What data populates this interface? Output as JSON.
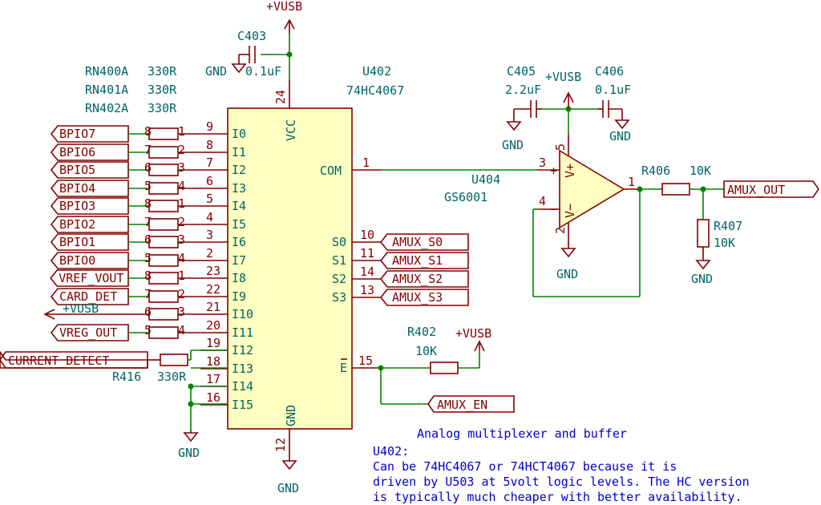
{
  "chip": {
    "ref": "U402",
    "value": "74HC4067",
    "vcc_label": "VCC",
    "gnd_label": "GND",
    "com_label": "COM",
    "com_pin": "1",
    "vcc_pin": "24",
    "gnd_pin": "12",
    "inputs": [
      {
        "label": "I0",
        "pin": "9"
      },
      {
        "label": "I1",
        "pin": "8"
      },
      {
        "label": "I2",
        "pin": "7"
      },
      {
        "label": "I3",
        "pin": "6"
      },
      {
        "label": "I4",
        "pin": "5"
      },
      {
        "label": "I5",
        "pin": "4"
      },
      {
        "label": "I6",
        "pin": "3"
      },
      {
        "label": "I7",
        "pin": "2"
      },
      {
        "label": "I8",
        "pin": "23"
      },
      {
        "label": "I9",
        "pin": "22"
      },
      {
        "label": "I10",
        "pin": "21"
      },
      {
        "label": "I11",
        "pin": "20"
      },
      {
        "label": "I12",
        "pin": "19"
      },
      {
        "label": "I13",
        "pin": "18"
      },
      {
        "label": "I14",
        "pin": "17"
      },
      {
        "label": "I15",
        "pin": "16"
      }
    ],
    "selects": [
      {
        "label": "S0",
        "pin": "10",
        "net": "AMUX_S0"
      },
      {
        "label": "S1",
        "pin": "11",
        "net": "AMUX_S1"
      },
      {
        "label": "S2",
        "pin": "14",
        "net": "AMUX_S2"
      },
      {
        "label": "S3",
        "pin": "13",
        "net": "AMUX_S3"
      }
    ],
    "enable_label": "E",
    "enable_pin": "15"
  },
  "inputs": [
    {
      "net": "BPIO7",
      "a": "8",
      "b": "1"
    },
    {
      "net": "BPIO6",
      "a": "7",
      "b": "2"
    },
    {
      "net": "BPIO5",
      "a": "6",
      "b": "3"
    },
    {
      "net": "BPIO4",
      "a": "5",
      "b": "4"
    },
    {
      "net": "BPIO3",
      "a": "8",
      "b": "1"
    },
    {
      "net": "BPIO2",
      "a": "7",
      "b": "2"
    },
    {
      "net": "BPIO1",
      "a": "6",
      "b": "3"
    },
    {
      "net": "BPIO0",
      "a": "5",
      "b": "4"
    },
    {
      "net": "VREF_VOUT",
      "a": "8",
      "b": "1"
    },
    {
      "net": "CARD_DET",
      "a": "7",
      "b": "2"
    },
    {
      "net": "+VUSB",
      "a": "6",
      "b": "3"
    },
    {
      "net": "VREG_OUT",
      "a": "5",
      "b": "4"
    }
  ],
  "resistor_networks": [
    "RN400A",
    "RN401A",
    "RN402A"
  ],
  "rn_value": "330R",
  "current_detect": {
    "net": "CURRENT_DETECT",
    "ref": "R416",
    "value": "330R"
  },
  "caps": {
    "c403": {
      "ref": "C403",
      "value": "0.1uF"
    },
    "c405": {
      "ref": "C405",
      "value": "2.2uF"
    },
    "c406": {
      "ref": "C406",
      "value": "0.1uF"
    }
  },
  "opamp": {
    "ref": "U404",
    "value": "GS6001",
    "pin_plus": "3",
    "pin_minus": "4",
    "pin_vplus": "5",
    "pin_vminus": "2",
    "pin_out": "1",
    "plus_sign": "+",
    "minus_sign": "−",
    "vplus": "V+",
    "vminus": "V−"
  },
  "resistors": {
    "r406": {
      "ref": "R406",
      "value": "10K"
    },
    "r407": {
      "ref": "R407",
      "value": "10K"
    },
    "r402": {
      "ref": "R402",
      "value": "10K"
    }
  },
  "nets": {
    "vusb": "+VUSB",
    "gnd": "GND",
    "amux_out": "AMUX_OUT",
    "amux_en": "AMUX_EN"
  },
  "notes": {
    "title": "Analog multiplexer and buffer",
    "line1": "U402:",
    "line2": "Can be 74HC4067 or 74HCT4067 because it is",
    "line3": "driven by U503 at 5volt logic levels. The HC version",
    "line4": "is typically much cheaper with better availability."
  }
}
